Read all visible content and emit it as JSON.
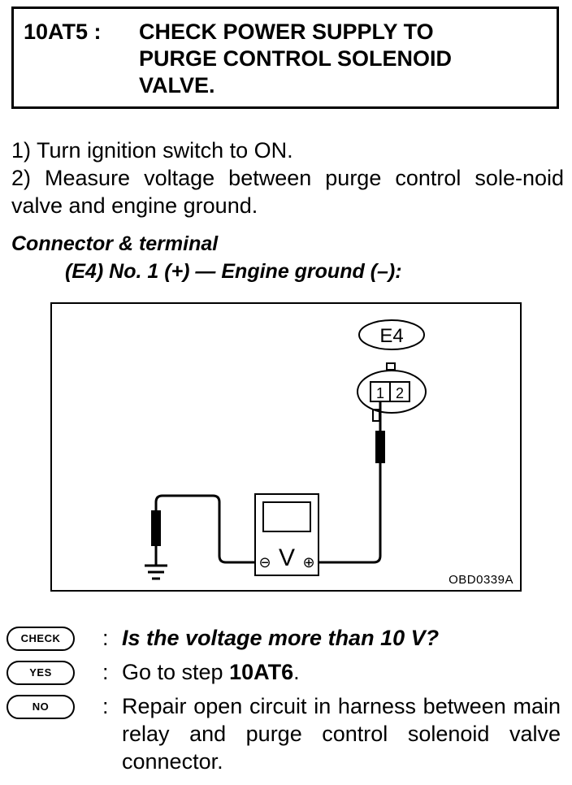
{
  "header": {
    "code": "10AT5 :",
    "title_lines": [
      "CHECK POWER SUPPLY TO",
      "PURGE CONTROL SOLENOID",
      "VALVE."
    ]
  },
  "steps": [
    "1)  Turn ignition switch to ON.",
    "2)  Measure voltage between purge control sole-noid valve and engine ground."
  ],
  "connector": {
    "heading": "Connector & terminal",
    "detail": "(E4) No. 1 (+) — Engine ground (–):"
  },
  "diagram": {
    "connector_label": "E4",
    "pins": [
      "1",
      "2"
    ],
    "meter_symbol": "V",
    "negative_symbol": "⊖",
    "positive_symbol": "⊕",
    "reference": "OBD0339A"
  },
  "answers": {
    "check": {
      "badge": "CHECK",
      "colon": ":",
      "text": "Is the voltage more than 10 V?"
    },
    "yes": {
      "badge": "YES",
      "colon": ":",
      "prefix": "Go to step ",
      "step": "10AT6",
      "suffix": "."
    },
    "no": {
      "badge": "NO",
      "colon": ":",
      "text": "Repair open circuit in harness between main relay and purge control solenoid valve connector."
    }
  }
}
